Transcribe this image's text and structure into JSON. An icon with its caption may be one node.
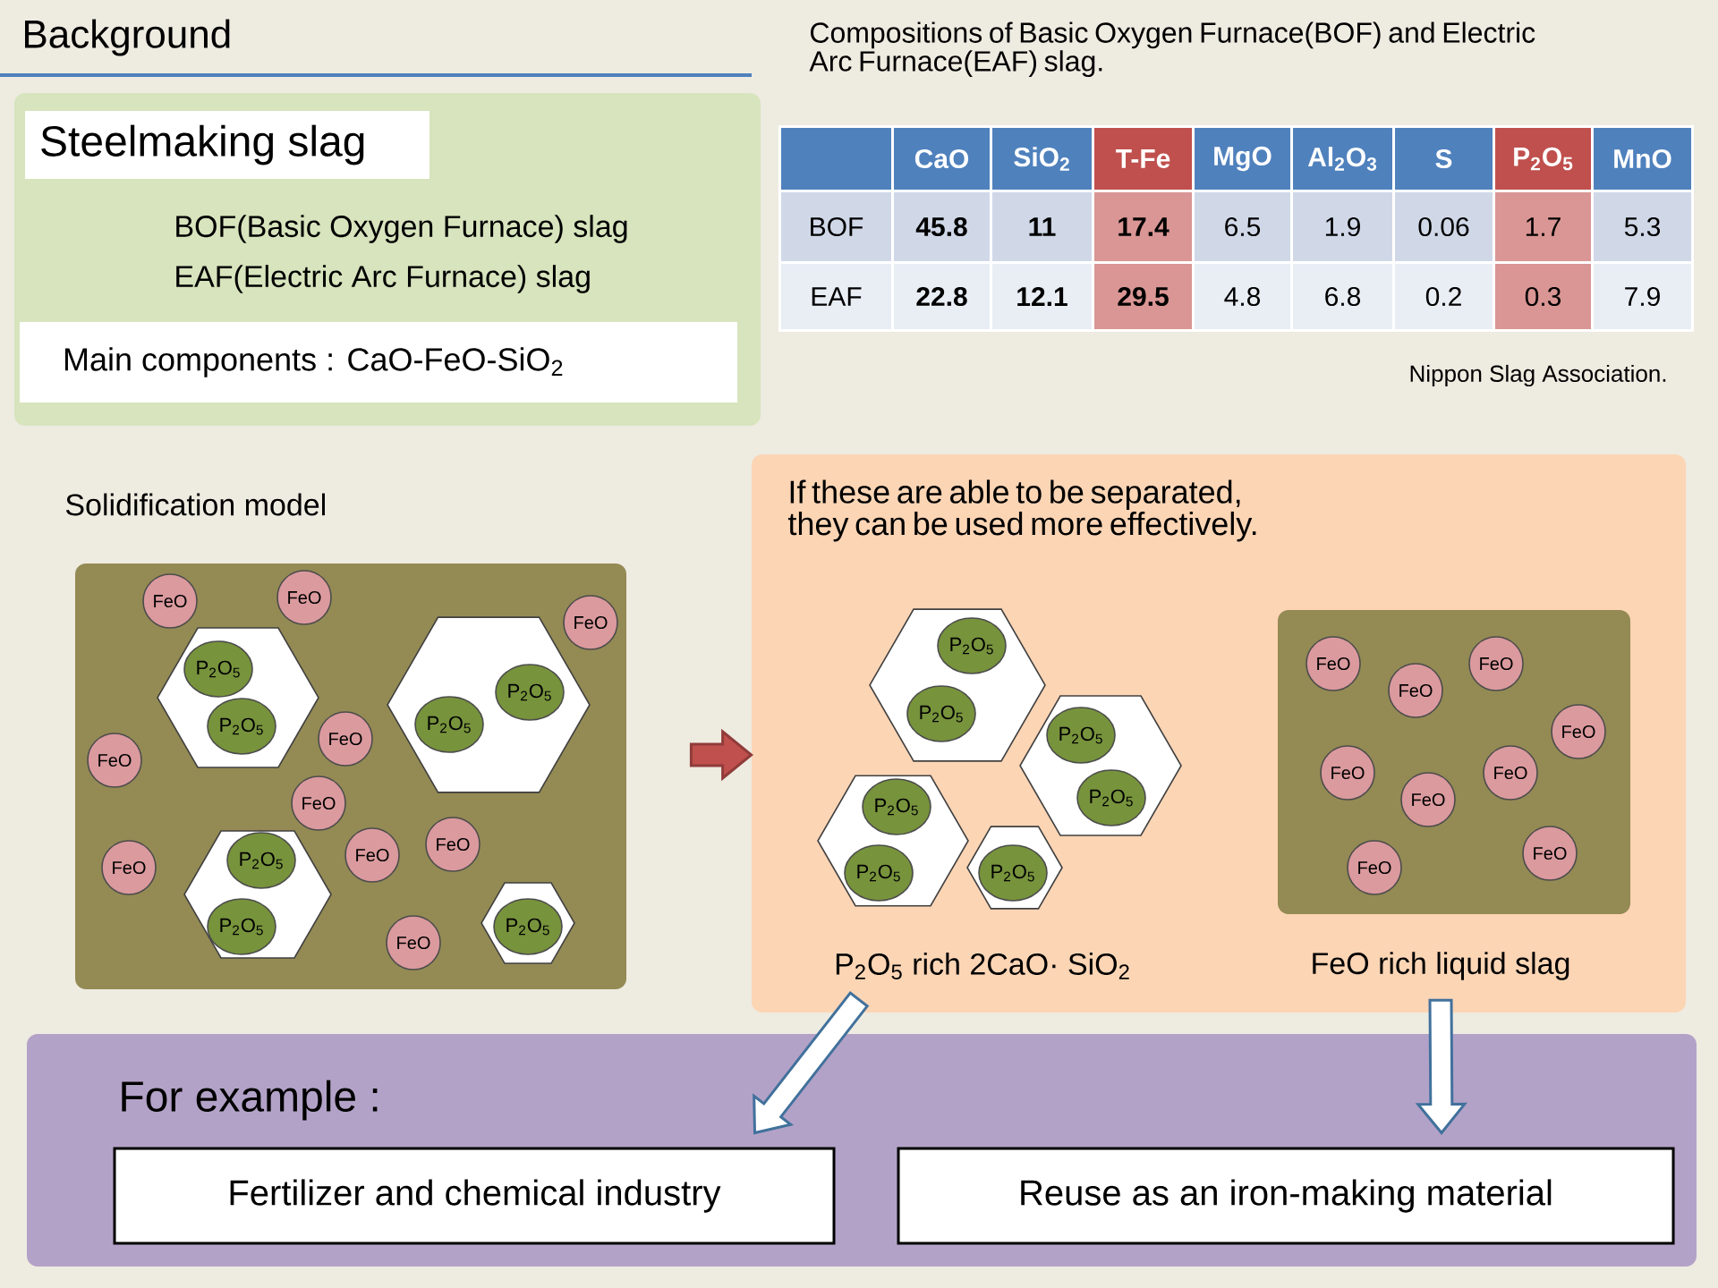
{
  "diagram": {
    "title": "Background",
    "nodes": [
      {
        "text": [
          "BOF(Basic Oxygen Furnace) slag",
          "EAF(Electric Arc Furnace) slag"
        ]
      },
      {
        "text": [
          "Steelmaking slag"
        ],
        "in": 0
      },
      {
        "text": [
          "Main components : CaO-FeO-SiO$_{2}$"
        ],
        "in": 0
      },
      {
        "text": [
          "Solidification model"
        ]
      },
      {
        "text": [],
        "shape": "hexagon",
        "in": 3
      },
      {
        "text": [],
        "shape": "hexagon",
        "in": 3
      },
      {
        "text": [],
        "shape": "hexagon",
        "in": 3
      },
      {
        "text": [],
        "shape": "hexagon",
        "in": 3
      },
      {
        "text": [
          "P$_{2}$O$_{5}$"
        ],
        "in": 4
      },
      {
        "text": [
          "P$_{2}$O$_{5}$"
        ],
        "in": 4
      },
      {
        "text": [
          "P$_{2}$O$_{5}$"
        ],
        "in": 5
      },
      {
        "text": [
          "P$_{2}$O$_{5}$"
        ],
        "in": 5
      },
      {
        "text": [
          "P$_{2}$O$_{5}$"
        ],
        "in": 6
      },
      {
        "text": [
          "P$_{2}$O$_{5}$"
        ],
        "in": 6
      },
      {
        "text": [
          "P$_{2}$O$_{5}$"
        ],
        "in": 7
      },
      {
        "text": [
          "FeO"
        ],
        "in": 3
      },
      {
        "text": [
          "FeO"
        ],
        "in": 3
      },
      {
        "text": [
          "FeO"
        ],
        "in": 3
      },
      {
        "text": [
          "FeO"
        ],
        "in": 3
      },
      {
        "text": [
          "FeO"
        ],
        "in": 3
      },
      {
        "text": [
          "FeO"
        ],
        "in": 3
      },
      {
        "text": [
          "FeO"
        ],
        "in": 3
      },
      {
        "text": [
          "FeO"
        ],
        "in": 3
      },
      {
        "text": [
          "FeO"
        ],
        "in": 3
      },
      {
        "text": [
          "FeO"
        ],
        "in": 3
      },
      {
        "text": [
          "If these are able to be separated, they can be used more effectively."
        ]
      },
      {
        "text": [],
        "shape": "hexagon",
        "in": 25
      },
      {
        "text": [],
        "shape": "hexagon",
        "in": 25
      },
      {
        "text": [],
        "shape": "hexagon",
        "in": 25
      },
      {
        "text": [],
        "shape": "hexagon",
        "in": 25
      },
      {
        "text": [
          "P$_{2}$O$_{5}$"
        ],
        "in": 26
      },
      {
        "text": [
          "P$_{2}$O$_{5}$"
        ],
        "in": 26
      },
      {
        "text": [
          "P$_{2}$O$_{5}$"
        ],
        "in": 27
      },
      {
        "text": [
          "P$_{2}$O$_{5}$"
        ],
        "in": 27
      },
      {
        "text": [
          "P$_{2}$O$_{5}$"
        ],
        "in": 28
      },
      {
        "text": [
          "P$_{2}$O$_{5}$"
        ],
        "in": 28
      },
      {
        "text": [
          "P$_{2}$O$_{5}$"
        ],
        "in": 29
      },
      {
        "text": [
          "P$_{2}$O$_{5}$ rich 2CaO· SiO$_{2}$"
        ],
        "in": 25
      },
      {
        "text": [],
        "shape": "box",
        "in": 25
      },
      {
        "text": [
          "FeO"
        ],
        "in": 38
      },
      {
        "text": [
          "FeO"
        ],
        "in": 38
      },
      {
        "text": [
          "FeO"
        ],
        "in": 38
      },
      {
        "text": [
          "FeO"
        ],
        "in": 38
      },
      {
        "text": [
          "FeO"
        ],
        "in": 38
      },
      {
        "text": [
          "FeO"
        ],
        "in": 38
      },
      {
        "text": [
          "FeO"
        ],
        "in": 38
      },
      {
        "text": [
          "FeO"
        ],
        "in": 38
      },
      {
        "text": [
          "FeO"
        ],
        "in": 38
      },
      {
        "text": [
          "FeO rich liquid slag"
        ],
        "in": 25
      },
      {
        "text": [
          "For example :"
        ]
      },
      {
        "text": [
          "Fertilizer and chemical industry"
        ],
        "in": 49
      },
      {
        "text": [
          "Reuse as an iron-making material"
        ],
        "in": 49
      }
    ],
    "edges": [
      {
        "from": 3,
        "to": 25,
        "arrow": "to",
        "color": "#c0504d"
      },
      {
        "from": 37,
        "to": 50,
        "arrow": "to"
      },
      {
        "from": 48,
        "to": 51,
        "arrow": "to"
      }
    ],
    "labels": [
      "Compositions of Basic Oxygen Furnace(BOF) and Electric Arc Furnace(EAF) slag.",
      "CaO",
      "SiO$_{2}$",
      "T-Fe",
      "MgO",
      "Al$_{2}$O$_{3}$",
      "S",
      "P$_{2}$O$_{5}$",
      "MnO",
      "BOF",
      "45.8",
      "11",
      "17.4",
      "6.5",
      "1.9",
      "0.06",
      "1.7",
      "5.3",
      "EAF",
      "22.8",
      "12.1",
      "29.5",
      "4.8",
      "6.8",
      "0.2",
      "0.3",
      "7.9",
      "Nippon Slag Association."
    ]
  }
}
